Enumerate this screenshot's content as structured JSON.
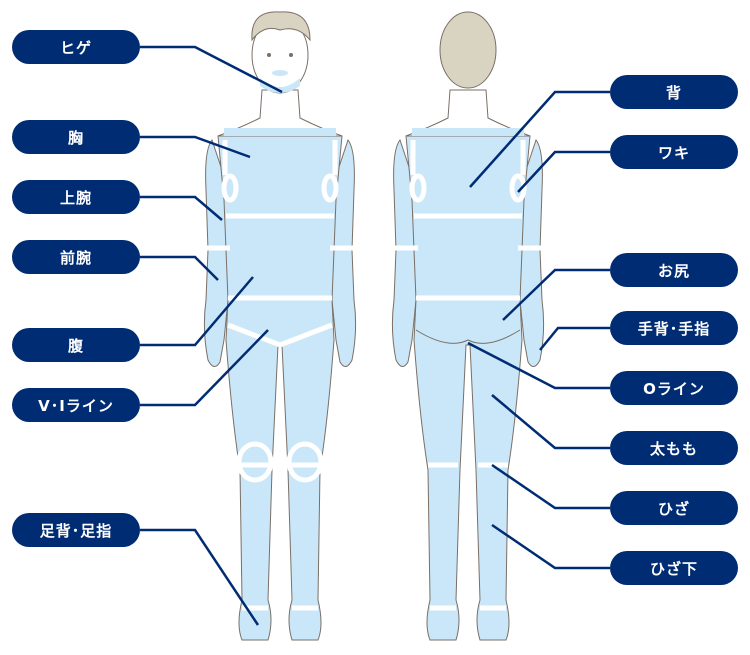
{
  "colors": {
    "navy": "#002c74",
    "skin_zone": "#c9e7f8",
    "hair": "#d9d4c2",
    "outline": "#7a6f66"
  },
  "left_labels": [
    {
      "label": "ヒゲ"
    },
    {
      "label": "胸"
    },
    {
      "label": "上腕"
    },
    {
      "label": "前腕"
    },
    {
      "label": "腹"
    },
    {
      "label": "V･Iライン"
    },
    {
      "label": "足背･足指"
    }
  ],
  "right_labels": [
    {
      "label": "背"
    },
    {
      "label": "ワキ"
    },
    {
      "label": "お尻"
    },
    {
      "label": "手背･手指"
    },
    {
      "label": "Oライン"
    },
    {
      "label": "太もも"
    },
    {
      "label": "ひざ"
    },
    {
      "label": "ひざ下"
    }
  ]
}
